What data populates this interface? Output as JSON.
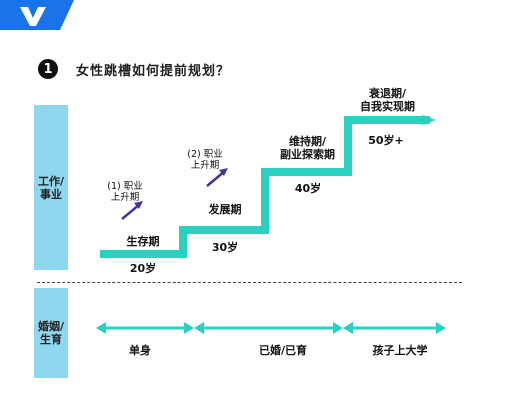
{
  "heading": {
    "number": "1",
    "text": "女性跳槽如何提前规划？"
  },
  "bands": {
    "career": "工作/\n事业",
    "marriage": "婚姻/\n生育"
  },
  "stages": [
    {
      "name": "生存期",
      "age": "20岁"
    },
    {
      "name": "发展期",
      "age": "30岁"
    },
    {
      "name": "维持期/\n副业探索期",
      "age": "40岁"
    },
    {
      "name": "衰退期/\n自我实现期",
      "age": "50岁+"
    }
  ],
  "promotions": [
    {
      "label": "(1) 职业\n上升期"
    },
    {
      "label": "(2) 职业\n上升期"
    }
  ],
  "life_phases": [
    {
      "label": "单身"
    },
    {
      "label": "已婚/已育"
    },
    {
      "label": "孩子上大学"
    }
  ],
  "colors": {
    "step": "#2ad1c0",
    "band": "#8fd6ef",
    "arrow": "#4a2d9e",
    "logo": "#1a73e8"
  }
}
